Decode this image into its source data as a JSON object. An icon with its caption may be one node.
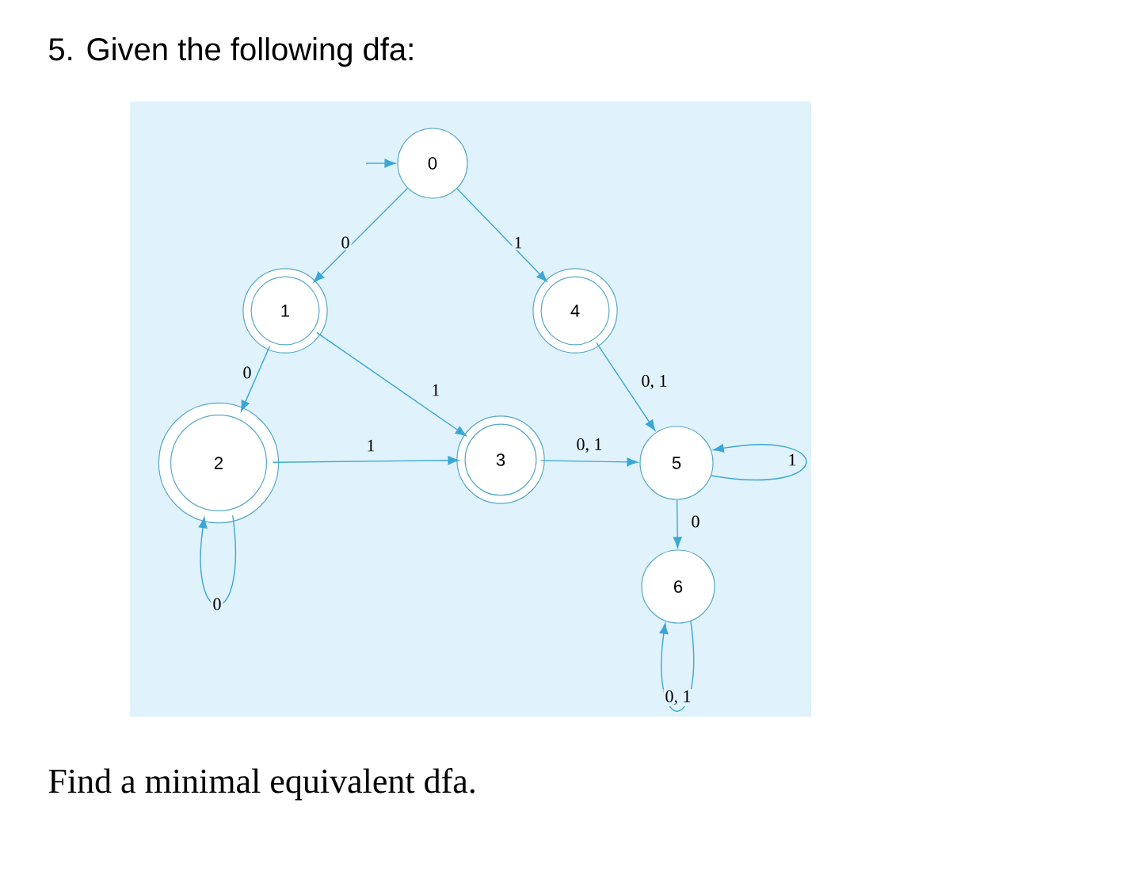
{
  "diagram": {
    "title": "5. Given the following dfa:",
    "caption": "Find a minimal equivalent dfa.",
    "nodes": [
      {
        "text": [
          "0"
        ]
      },
      {
        "text": [
          "1"
        ]
      },
      {
        "text": [
          "4"
        ]
      },
      {
        "text": [
          "2"
        ]
      },
      {
        "text": [
          "3"
        ]
      },
      {
        "text": [
          "5"
        ]
      },
      {
        "text": [
          "6"
        ]
      }
    ],
    "edges": [
      {
        "from": null,
        "to": 0,
        "arrow": "to"
      },
      {
        "from": 0,
        "to": 1,
        "arrow": "to",
        "label": "0"
      },
      {
        "from": 0,
        "to": 2,
        "arrow": "to",
        "label": "1"
      },
      {
        "from": 1,
        "to": 3,
        "arrow": "to",
        "label": "0"
      },
      {
        "from": 1,
        "to": 4,
        "arrow": "to",
        "label": "1"
      },
      {
        "from": 3,
        "to": 3,
        "arrow": "to",
        "label": "0"
      },
      {
        "from": 3,
        "to": 4,
        "arrow": "to",
        "label": "1"
      },
      {
        "from": 2,
        "to": 5,
        "arrow": "to",
        "label": "0, 1"
      },
      {
        "from": 4,
        "to": 5,
        "arrow": "to",
        "label": "0, 1"
      },
      {
        "from": 5,
        "to": 5,
        "arrow": "to",
        "label": "1"
      },
      {
        "from": 5,
        "to": 6,
        "arrow": "to",
        "label": "0"
      },
      {
        "from": 6,
        "to": 6,
        "arrow": "to",
        "label": "0, 1"
      }
    ]
  }
}
